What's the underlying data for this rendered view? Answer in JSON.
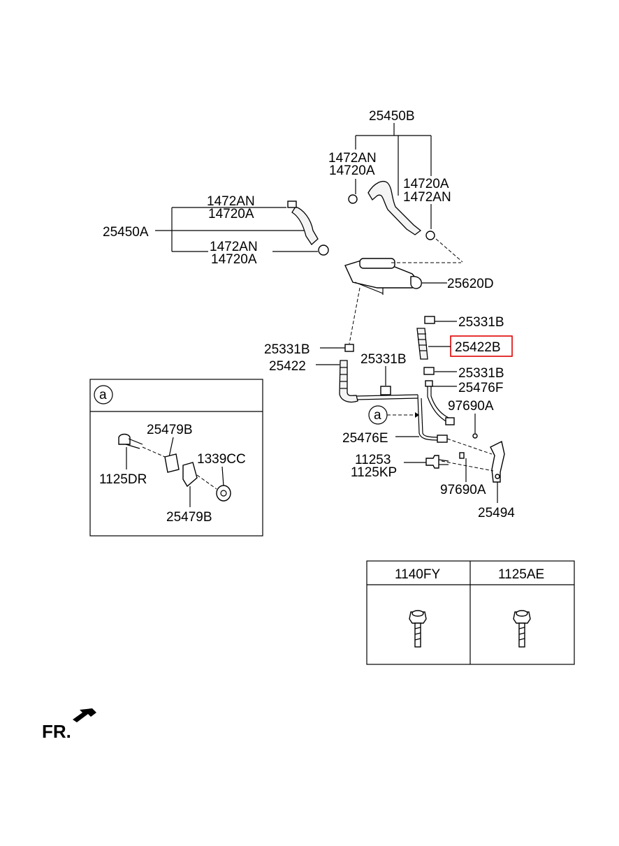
{
  "parts": {
    "p25450B": "25450B",
    "p1472AN_a": "1472AN",
    "p14720A_a": "14720A",
    "p14720A_b": "14720A",
    "p1472AN_b": "1472AN",
    "p1472AN_c": "1472AN",
    "p14720A_c": "14720A",
    "p25450A": "25450A",
    "p1472AN_d": "1472AN",
    "p14720A_d": "14720A",
    "p25620D": "25620D",
    "p25331B_a": "25331B",
    "p25422B": "25422B",
    "p25331B_b": "25331B",
    "p25422": "25422",
    "p25331B_c": "25331B",
    "p25331B_d": "25331B",
    "p25476F": "25476F",
    "p97690A_a": "97690A",
    "p25476E": "25476E",
    "p11253": "11253",
    "p1125KP": "1125KP",
    "p97690A_b": "97690A",
    "p25494": "25494"
  },
  "detail_a": {
    "marker": "a",
    "p25479B_a": "25479B",
    "p1339CC": "1339CC",
    "p1125DR": "1125DR",
    "p25479B_b": "25479B"
  },
  "callout_a": "a",
  "fastener_table": {
    "col1": "1140FY",
    "col2": "1125AE"
  },
  "fr_label": "FR.",
  "highlight_color": "#e00000"
}
